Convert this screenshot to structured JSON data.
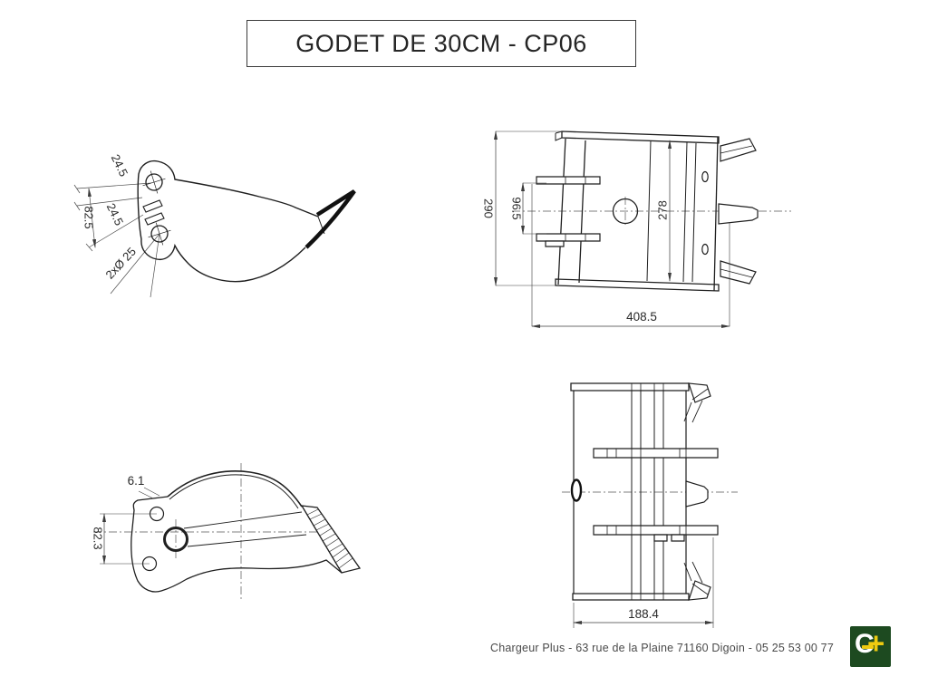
{
  "title": "GODET DE 30CM - CP06",
  "dims": {
    "v1_d1": "24.5",
    "v1_d2": "82.5",
    "v1_d3": "24.5",
    "v1_d4": "2xØ 25",
    "v2_height": "290",
    "v2_lug_spacing": "96.5",
    "v2_inner": "278",
    "v2_total": "408.5",
    "v3_thickness": "6.1",
    "v3_hole_spacing": "82.3",
    "v4_width": "188.4"
  },
  "footer": {
    "address": "Chargeur Plus - 63 rue de la Plaine 71160 Digoin - 05 25 53 00 77",
    "logo_c": "C",
    "logo_plus": "+"
  },
  "colors": {
    "line": "#1f1f1f",
    "dim": "#3c3c3c",
    "logo_green": "#1d4a20",
    "logo_yellow": "#eecb10"
  }
}
